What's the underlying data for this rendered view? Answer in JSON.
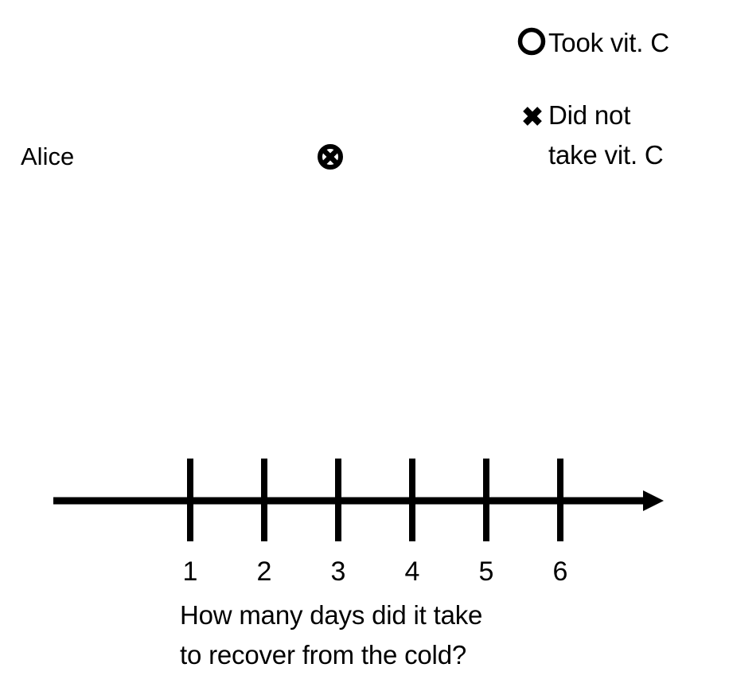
{
  "chart_data": {
    "type": "scatter",
    "title": "",
    "xlabel": "How many days did it take\nto recover from the cold?",
    "ylabel": "",
    "x_ticks": [
      1,
      2,
      3,
      4,
      5,
      6
    ],
    "x_tick_labels": [
      "1",
      "2",
      "3",
      "4",
      "5",
      "6"
    ],
    "xlim": [
      0.5,
      6.8
    ],
    "grid": false,
    "axis_style": "number-line-with-arrow",
    "rows": [
      {
        "label": "Alice",
        "value": 3,
        "markers": [
          "circle",
          "x"
        ],
        "note": "circle and x markers overlap at the same point"
      }
    ],
    "legend": {
      "position": "top-right",
      "entries": [
        {
          "marker": "circle",
          "label": "Took vit. C"
        },
        {
          "marker": "x",
          "label": "Did not\ntake vit. C"
        }
      ]
    },
    "colors": {
      "ink": "#000000",
      "background": "#ffffff"
    }
  },
  "legend": {
    "took": {
      "label": "Took vit. C",
      "marker": "circle-icon"
    },
    "did_not_take": {
      "label": "Did not\ntake vit. C",
      "marker": "x-icon"
    }
  },
  "rows": [
    {
      "label": "Alice"
    }
  ],
  "axis": {
    "tick_labels": [
      "1",
      "2",
      "3",
      "4",
      "5",
      "6"
    ],
    "caption": "How many days did it take\nto recover from the cold?"
  }
}
